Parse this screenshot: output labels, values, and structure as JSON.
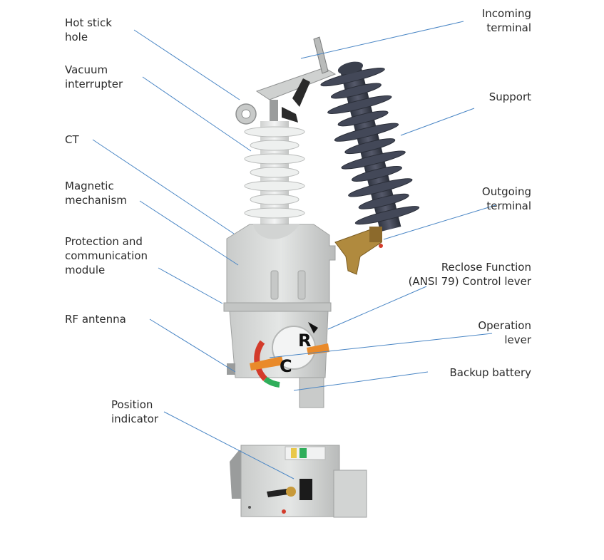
{
  "labels": {
    "hot_stick_hole": [
      "Hot stick",
      "hole"
    ],
    "vacuum_interrupter": [
      "Vacuum",
      "interrupter"
    ],
    "ct": [
      "CT"
    ],
    "magnetic_mechanism": [
      "Magnetic",
      "mechanism"
    ],
    "protection_module": [
      "Protection and",
      "communication",
      "module"
    ],
    "rf_antenna": [
      "RF antenna"
    ],
    "position_indicator": [
      "Position",
      "indicator"
    ],
    "incoming_terminal": [
      "Incoming",
      "terminal"
    ],
    "support": [
      "Support"
    ],
    "outgoing_terminal": [
      "Outgoing",
      "terminal"
    ],
    "reclose_function": [
      "Reclose Function",
      "(ANSI 79) Control lever"
    ],
    "operation_lever": [
      "Operation",
      "lever"
    ],
    "backup_battery": [
      "Backup battery"
    ]
  },
  "dial": {
    "r_letter": "R",
    "c_letter": "C"
  },
  "colors": {
    "leader": "#4a86c5",
    "body": "#d9dbda",
    "insulator_white": "#e9eaea",
    "insulator_dark": "#3f4452",
    "brass": "#b08a3e",
    "orange": "#e98a2a",
    "green": "#2fae5a",
    "red": "#d33b2b"
  }
}
